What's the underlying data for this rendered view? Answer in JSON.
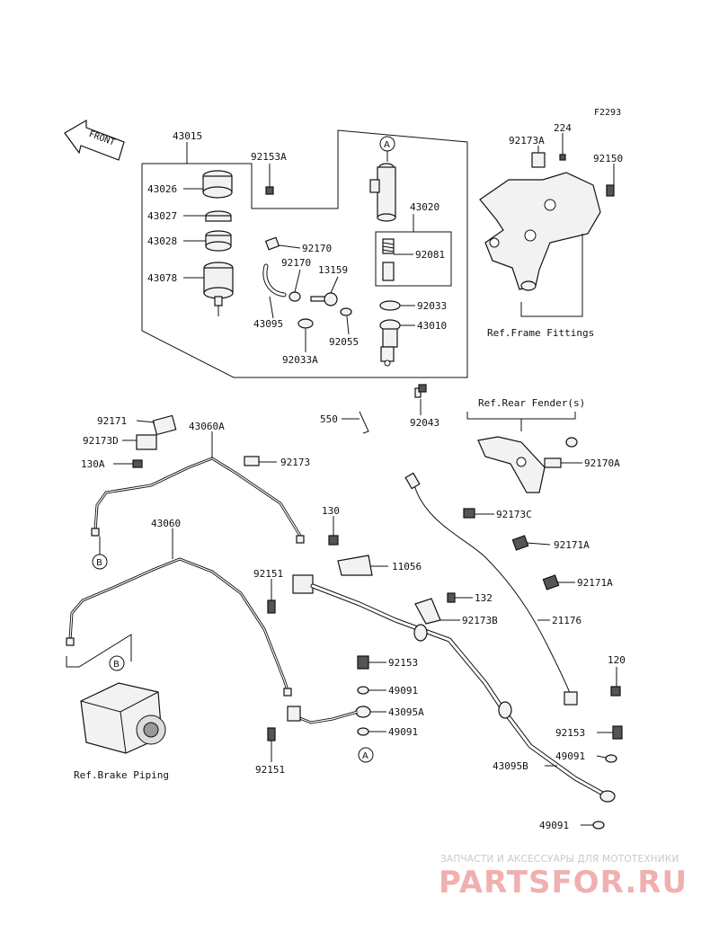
{
  "figure_code": "F2293",
  "front_label": "FRONT",
  "refs": {
    "frame_fittings": "Ref.Frame Fittings",
    "rear_fender": "Ref.Rear Fender(s)",
    "brake_piping": "Ref.Brake Piping"
  },
  "circle_markers": {
    "A": "A",
    "B": "B"
  },
  "parts": {
    "p43015": "43015",
    "p43026": "43026",
    "p43027": "43027",
    "p43028": "43028",
    "p43078": "43078",
    "p92153A": "92153A",
    "p92170a": "92170",
    "p92170b": "92170",
    "p13159": "13159",
    "p43095": "43095",
    "p92055": "92055",
    "p92033A": "92033A",
    "p43020": "43020",
    "p92081": "92081",
    "p92033": "92033",
    "p43010": "43010",
    "p92043": "92043",
    "p550": "550",
    "p92173A": "92173A",
    "p224": "224",
    "p92150": "92150",
    "p92170A": "92170A",
    "p92171": "92171",
    "p92173D": "92173D",
    "p130A": "130A",
    "p43060A": "43060A",
    "p92173": "92173",
    "p43060": "43060",
    "p130": "130",
    "p11056": "11056",
    "p92151a": "92151",
    "p92151b": "92151",
    "p92173C": "92173C",
    "p92171Aa": "92171A",
    "p92171Ab": "92171A",
    "p132": "132",
    "p92173B": "92173B",
    "p21176": "21176",
    "p92153": "92153",
    "p49091a": "49091",
    "p43095A": "43095A",
    "p49091b": "49091",
    "p120": "120",
    "p92153b": "92153",
    "p49091c": "49091",
    "p43095B": "43095B",
    "p49091d": "49091"
  },
  "watermark": {
    "tagline": "ЗАПЧАСТИ И АКСЕССУАРЫ ДЛЯ МОТОТЕХНИКИ",
    "logo": "PARTSFOR.RU"
  }
}
